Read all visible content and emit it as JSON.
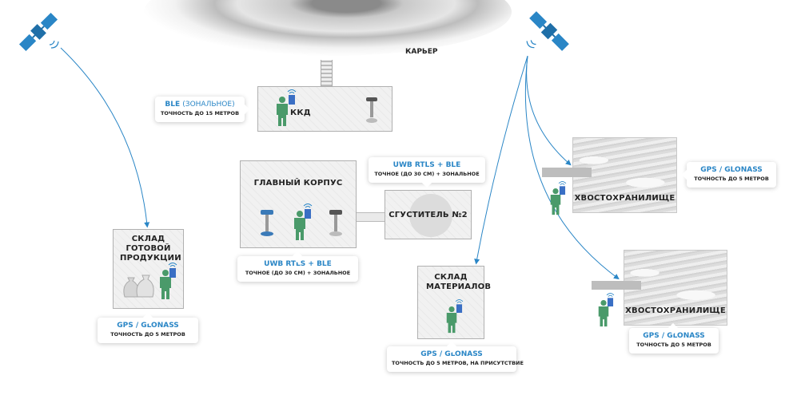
{
  "quarry": {
    "label": "КАРЬЕР"
  },
  "buildings": {
    "kkd": {
      "title": "ККД"
    },
    "main": {
      "title": "ГЛАВНЫЙ КОРПУС"
    },
    "thickener": {
      "title": "СГУСТИТЕЛЬ №2"
    },
    "warehouse": {
      "title": "СКЛАД ГОТОВОЙ ПРОДУКЦИИ"
    },
    "materials": {
      "title": "СКЛАД МАТЕРИАЛОВ"
    },
    "tailings1": {
      "title": "ХВОСТОХРАНИЛИЩЕ"
    },
    "tailings2": {
      "title": "ХВОСТОХРАНИЛИЩЕ"
    }
  },
  "cards": {
    "kkd": {
      "tech": "BLE",
      "tech_extra": "(ЗОНАЛЬНОЕ)",
      "desc": "ТОЧНОСТЬ ДО 15 МЕТРОВ"
    },
    "thickener": {
      "tech": "UWB RTLS + BLE",
      "desc": "ТОЧНОЕ (ДО 30 СМ) + ЗОНАЛЬНОЕ"
    },
    "main": {
      "tech": "UWB RTLS + BLE",
      "desc": "ТОЧНОЕ (ДО 30 СМ) + ЗОНАЛЬНОЕ"
    },
    "warehouse": {
      "tech": "GPS / GLONASS",
      "desc": "ТОЧНОСТЬ ДО 5 МЕТРОВ"
    },
    "materials": {
      "tech": "GPS / GLONASS",
      "desc": "ТОЧНОСТЬ ДО 5 МЕТРОВ, НА ПРИСУТСТВИЕ"
    },
    "tailings1": {
      "tech": "GPS / GLONASS",
      "desc": "ТОЧНОСТЬ ДО 5 МЕТРОВ"
    },
    "tailings2": {
      "tech": "GPS / GLONASS",
      "desc": "ТОЧНОСТЬ ДО 5 МЕТРОВ"
    }
  },
  "colors": {
    "accent": "#2a86c6",
    "person": "#4a9a6a",
    "satellite": "#2a86c6"
  },
  "icons": [
    "satellite-icon",
    "person-icon",
    "tag-icon",
    "ble-beacon-icon",
    "bags-icon"
  ]
}
